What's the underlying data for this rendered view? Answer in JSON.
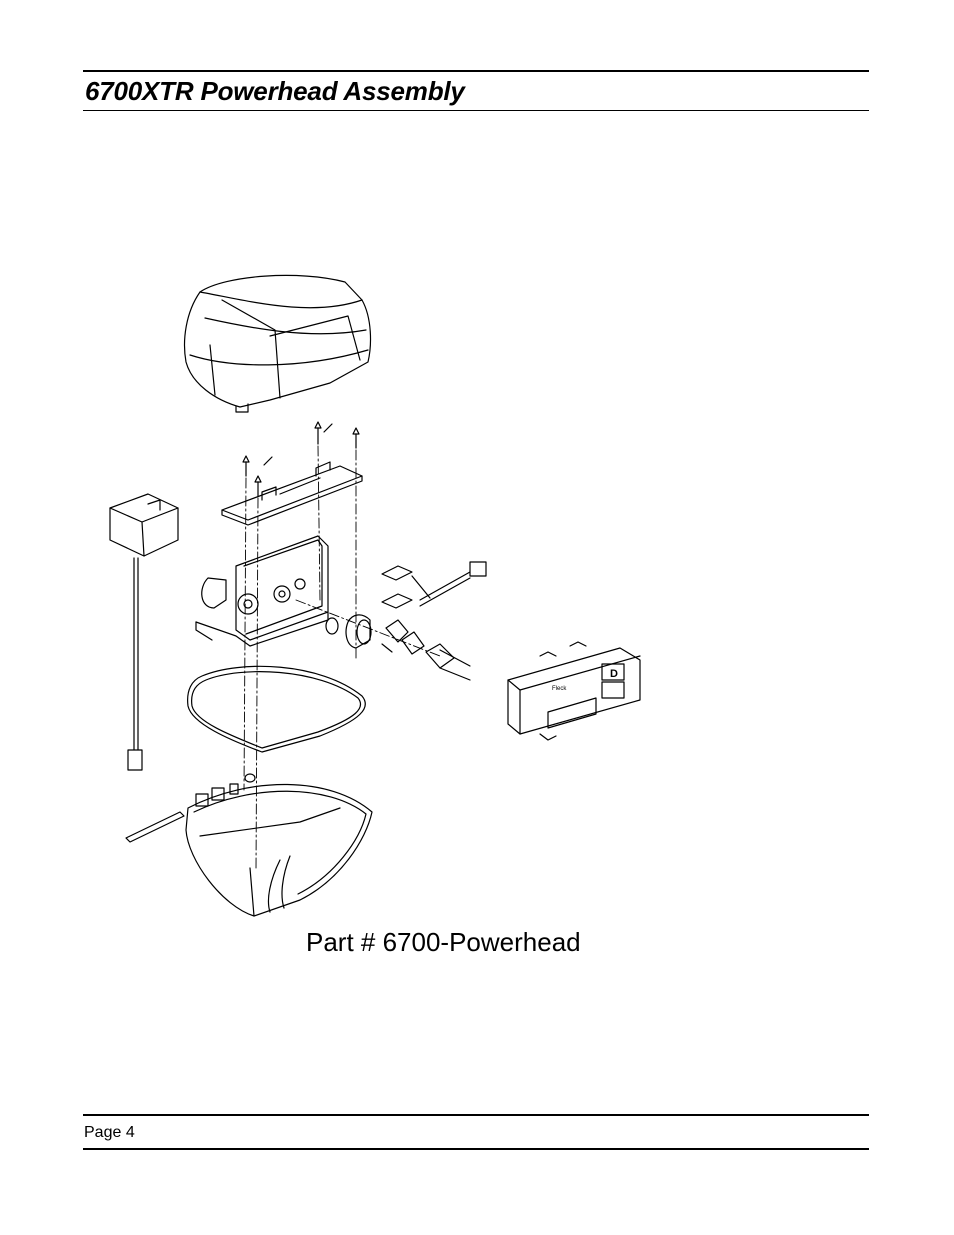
{
  "header": {
    "title": "6700XTR Powerhead Assembly"
  },
  "figure": {
    "caption": "Part # 6700-Powerhead",
    "display_badge_letter": "D",
    "display_brand": "Fleck"
  },
  "footer": {
    "page_label": "Page 4"
  }
}
